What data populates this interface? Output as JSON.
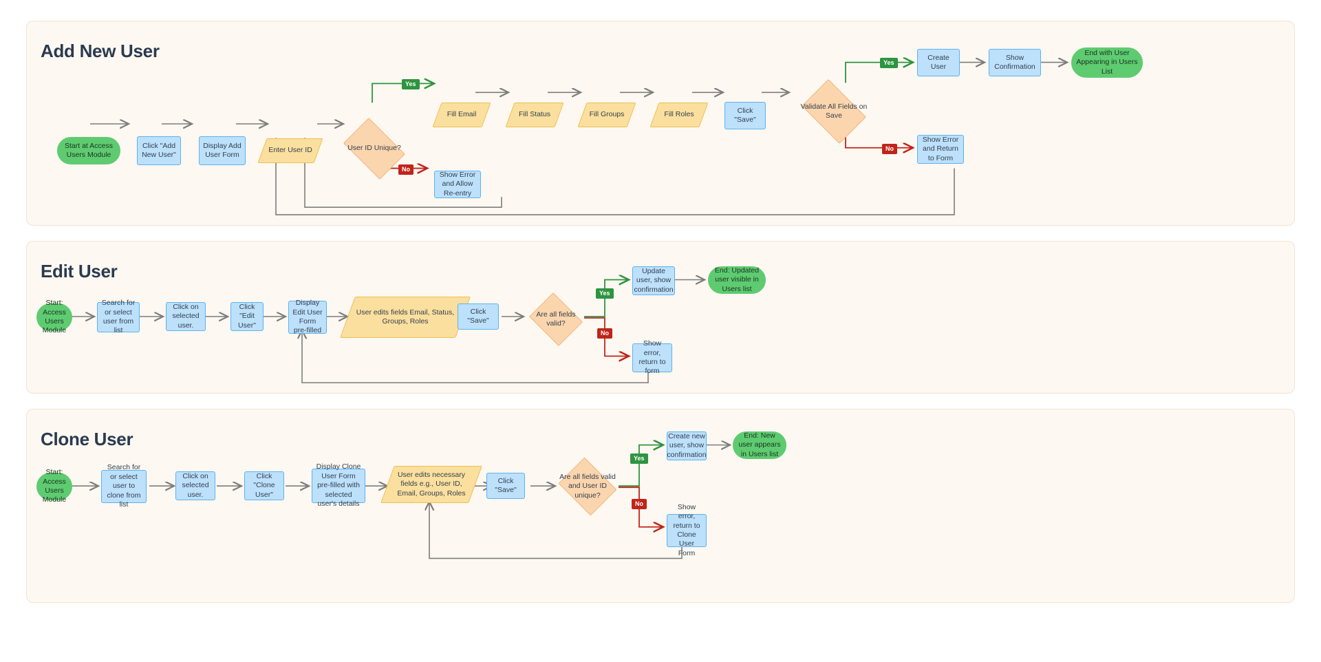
{
  "document": {
    "title": "User Management Flowcharts",
    "background": "#ffffff",
    "panel_background": "#fdf8f1"
  },
  "palette": {
    "process_fill": "#bde0fb",
    "process_border": "#5bb3f0",
    "terminal_fill": "#5ecb71",
    "decision_fill": "#fbd5ad",
    "decision_border": "#f0a661",
    "io_fill": "#fbdf9e",
    "io_border": "#edbf4d",
    "edge_gray": "#7d7d7d",
    "edge_green": "#2e9440",
    "edge_red": "#c1241a",
    "yes_label_bg": "#2e9440",
    "no_label_bg": "#c1241a",
    "title_color": "#2a3a50"
  },
  "panels": [
    {
      "id": "add-new-user",
      "title": "Add New User",
      "nodes": [
        {
          "id": "a1",
          "type": "terminal",
          "label": "Start at Access Users Module"
        },
        {
          "id": "a2",
          "type": "process",
          "label": "Click \"Add New User\""
        },
        {
          "id": "a3",
          "type": "process",
          "label": "Display Add User Form"
        },
        {
          "id": "a4",
          "type": "io",
          "label": "Enter User ID"
        },
        {
          "id": "a5",
          "type": "decision",
          "label": "User ID Unique?"
        },
        {
          "id": "a6",
          "type": "io",
          "label": "Fill Email"
        },
        {
          "id": "a7",
          "type": "io",
          "label": "Fill Status"
        },
        {
          "id": "a8",
          "type": "io",
          "label": "Fill Groups"
        },
        {
          "id": "a9",
          "type": "io",
          "label": "Fill Roles"
        },
        {
          "id": "a10",
          "type": "process",
          "label": "Click \"Save\""
        },
        {
          "id": "a11",
          "type": "decision",
          "label": "Validate All Fields on Save"
        },
        {
          "id": "a12",
          "type": "process",
          "label": "Create User"
        },
        {
          "id": "a13",
          "type": "process",
          "label": "Show Confirmation"
        },
        {
          "id": "a14",
          "type": "terminal",
          "label": "End with User Appearing in Users List"
        },
        {
          "id": "a15",
          "type": "process",
          "label": "Show Error and Allow Re-entry"
        },
        {
          "id": "a16",
          "type": "process",
          "label": "Show Error and Return to Form"
        }
      ],
      "edge_labels": [
        {
          "id": "a-yes-1",
          "text": "Yes",
          "kind": "yes"
        },
        {
          "id": "a-no-1",
          "text": "No",
          "kind": "no"
        },
        {
          "id": "a-yes-2",
          "text": "Yes",
          "kind": "yes"
        },
        {
          "id": "a-no-2",
          "text": "No",
          "kind": "no"
        }
      ]
    },
    {
      "id": "edit-user",
      "title": "Edit User",
      "nodes": [
        {
          "id": "b1",
          "type": "terminal",
          "label": "Start: Access Users Module"
        },
        {
          "id": "b2",
          "type": "process",
          "label": "Search for or select user from list"
        },
        {
          "id": "b3",
          "type": "process",
          "label": "Click on selected user."
        },
        {
          "id": "b4",
          "type": "process",
          "label": "Click \"Edit User\""
        },
        {
          "id": "b5",
          "type": "process",
          "label": "Display Edit User Form pre-filled"
        },
        {
          "id": "b6",
          "type": "io",
          "label": "User edits fields Email, Status, Groups, Roles"
        },
        {
          "id": "b7",
          "type": "process",
          "label": "Click \"Save\""
        },
        {
          "id": "b8",
          "type": "decision",
          "label": "Are all fields valid?"
        },
        {
          "id": "b9",
          "type": "process",
          "label": "Update user, show confirmation"
        },
        {
          "id": "b10",
          "type": "terminal",
          "label": "End: Updated user visible in Users list"
        },
        {
          "id": "b11",
          "type": "process",
          "label": "Show error, return to form"
        }
      ],
      "edge_labels": [
        {
          "id": "b-yes",
          "text": "Yes",
          "kind": "yes"
        },
        {
          "id": "b-no",
          "text": "No",
          "kind": "no"
        }
      ]
    },
    {
      "id": "clone-user",
      "title": "Clone User",
      "nodes": [
        {
          "id": "c1",
          "type": "terminal",
          "label": "Start: Access Users Module"
        },
        {
          "id": "c2",
          "type": "process",
          "label": "Search for or select user to clone from list"
        },
        {
          "id": "c3",
          "type": "process",
          "label": "Click on selected user."
        },
        {
          "id": "c4",
          "type": "process",
          "label": "Click \"Clone User\""
        },
        {
          "id": "c5",
          "type": "process",
          "label": "Display Clone User Form pre-filled with selected user's details"
        },
        {
          "id": "c6",
          "type": "io",
          "label": "User edits necessary fields e.g., User ID, Email, Groups, Roles"
        },
        {
          "id": "c7",
          "type": "process",
          "label": "Click \"Save\""
        },
        {
          "id": "c8",
          "type": "decision",
          "label": "Are all fields valid and User ID unique?"
        },
        {
          "id": "c9",
          "type": "process",
          "label": "Create new user, show confirmation"
        },
        {
          "id": "c10",
          "type": "terminal",
          "label": "End: New user appears in Users list"
        },
        {
          "id": "c11",
          "type": "process",
          "label": "Show error, return to Clone User Form"
        }
      ],
      "edge_labels": [
        {
          "id": "c-yes",
          "text": "Yes",
          "kind": "yes"
        },
        {
          "id": "c-no",
          "text": "No",
          "kind": "no"
        }
      ]
    }
  ]
}
